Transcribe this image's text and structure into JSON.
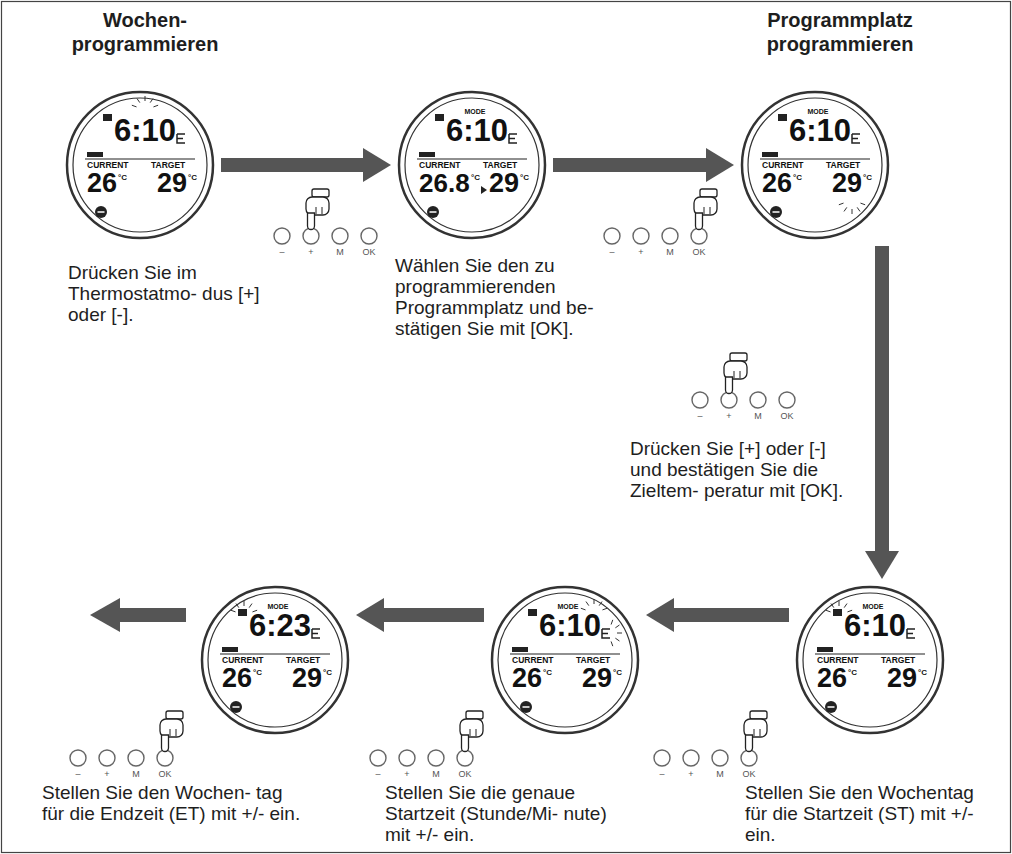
{
  "diagram": {
    "nodes": [
      {
        "text": [
          "6:10",
          "CURRENT",
          "TARGET",
          "26",
          "°C",
          "29",
          "°C"
        ]
      },
      {
        "text": [
          "MODE",
          "6:10",
          "CURRENT",
          "TARGET",
          "26.8",
          "°C",
          "29",
          "°C"
        ]
      },
      {
        "text": [
          "MODE",
          "6:10",
          "CURRENT",
          "TARGET",
          "26",
          "°C",
          "29",
          "°C"
        ]
      },
      {
        "text": [
          "MODE",
          "6:10",
          "CURRENT",
          "TARGET",
          "26",
          "°C",
          "29",
          "°C"
        ]
      },
      {
        "text": [
          "MODE",
          "6:10",
          "CURRENT",
          "TARGET",
          "26",
          "°C",
          "29",
          "°C"
        ]
      },
      {
        "text": [
          "MODE",
          "6:23",
          "CURRENT",
          "TARGET",
          "26",
          "°C",
          "29",
          "°C"
        ]
      }
    ],
    "edges": [
      {
        "from": 0,
        "to": 1,
        "arrow": "to"
      },
      {
        "from": 1,
        "to": 2,
        "arrow": "to"
      },
      {
        "from": 2,
        "to": 3,
        "arrow": "to"
      },
      {
        "from": 3,
        "to": 4,
        "arrow": "to"
      },
      {
        "from": 4,
        "to": 5,
        "arrow": "to"
      }
    ],
    "labels": [
      "Wochen- programmieren",
      "Programmplatz programmieren",
      "–",
      "+",
      "M",
      "OK",
      "Drücken Sie im Thermostatmo- dus [+] oder [-].",
      "–",
      "+",
      "M",
      "OK",
      "Wählen Sie den zu programmierenden Programmplatz und be- stätigen Sie mit [OK].",
      "–",
      "+",
      "M",
      "OK",
      "Drücken Sie [+] oder [-] und bestätigen Sie die Zieltem- peratur mit [OK].",
      "–",
      "+",
      "M",
      "OK",
      "Stellen Sie den Wochentag für die Startzeit (ST) mit +/- ein.",
      "–",
      "+",
      "M",
      "OK",
      "Stellen Sie die genaue Startzeit (Stunde/Mi- nute) mit +/- ein.",
      "–",
      "+",
      "M",
      "OK",
      "Stellen Sie den Wochen- tag für die Endzeit (ET) mit +/- ein."
    ]
  }
}
